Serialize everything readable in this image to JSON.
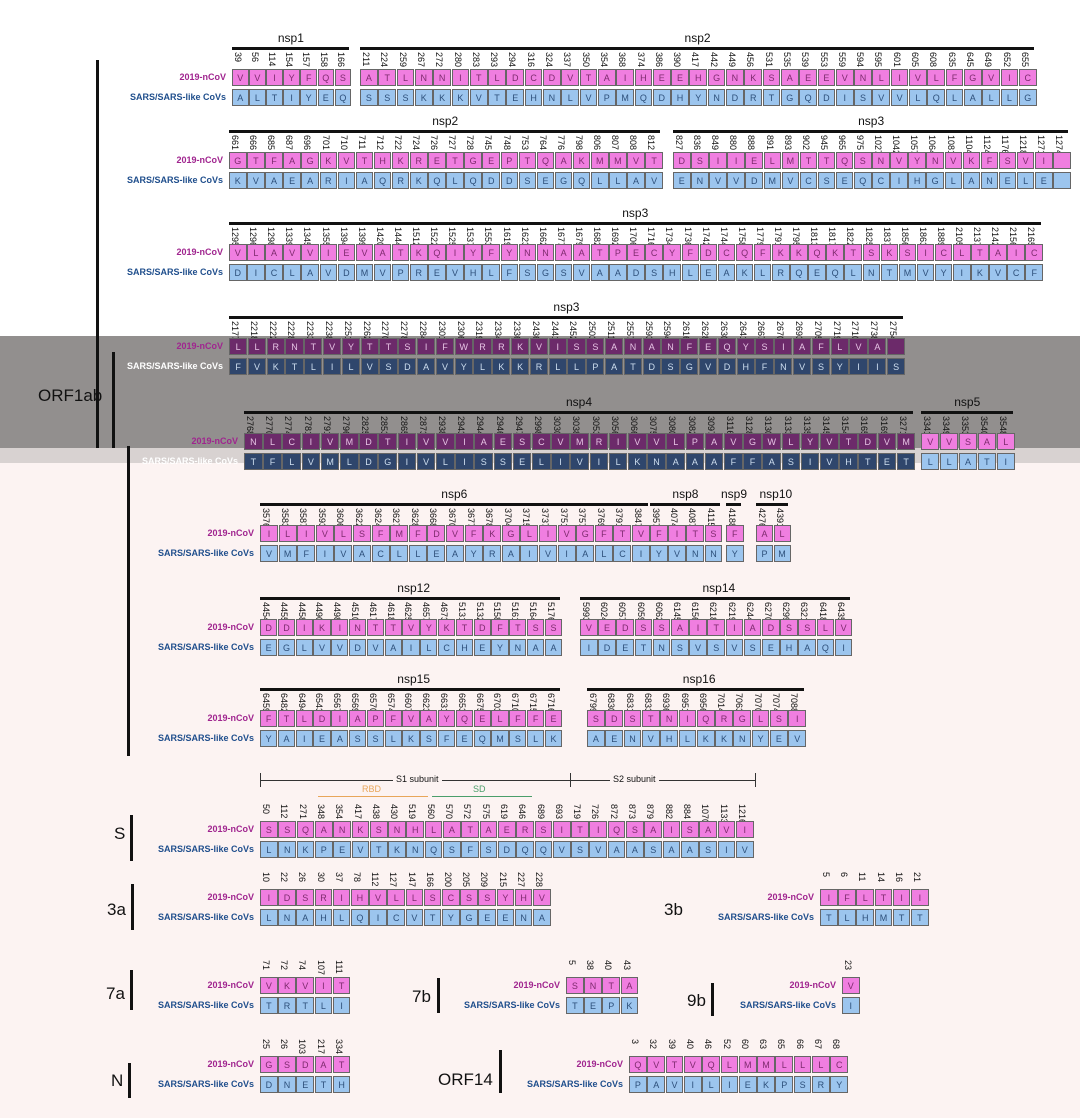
{
  "labels": {
    "ncov": "2019-nCoV",
    "sars": "SARS/SARS-like CoVs"
  },
  "orfs": {
    "orf1ab": "ORF1ab",
    "s": "S",
    "3a": "3a",
    "3b": "3b",
    "7a": "7a",
    "7b": "7b",
    "9b": "9b",
    "n": "N",
    "orf14": "ORF14"
  },
  "subunits": {
    "s1": "S1 subunit",
    "s2": "S2 subunit",
    "rbd": "RBD",
    "sd": "SD"
  },
  "colors": {
    "ncov_fill": "#f07ee0",
    "sars_fill": "#9cc5ee",
    "rbd_line": "#e8a65a",
    "sd_line": "#4a9e6a"
  },
  "segments": [
    {
      "id": "nsp1",
      "label": "nsp1",
      "pos": [
        "39",
        "56",
        "114",
        "154",
        "157",
        "158",
        "166"
      ],
      "ncov": "VVIYFQS",
      "sars": "ALTIYEQ"
    },
    {
      "id": "nsp2a",
      "label": "nsp2",
      "pos": [
        "211",
        "224",
        "259",
        "267",
        "272",
        "280",
        "283",
        "293",
        "294",
        "316",
        "324",
        "337",
        "350",
        "354",
        "368",
        "374",
        "386",
        "390",
        "417",
        "442",
        "449",
        "456",
        "531",
        "535",
        "539",
        "553",
        "559",
        "594",
        "595",
        "601",
        "605",
        "608",
        "635",
        "645",
        "649",
        "652",
        "655"
      ],
      "ncov": "ATLNNITLDCDVTAIHEEHGNKSAEEVNLIVLFGVIC",
      "sars": "SSSKKKVTEHNLVPMQDHYNDRTGQDISVVLQLALLG"
    },
    {
      "id": "nsp2b",
      "label": "nsp2",
      "pos": [
        "661",
        "666",
        "685",
        "687",
        "696",
        "701",
        "710",
        "711",
        "712",
        "722",
        "724",
        "726",
        "727",
        "728",
        "745",
        "748",
        "753",
        "764",
        "776",
        "798",
        "806",
        "807",
        "808",
        "812"
      ],
      "ncov": "GTFAGKVTHKRETGEPTQAKMMVT",
      "sars": "KVAEARIAQRKQLQDDSEGQLLAV"
    },
    {
      "id": "nsp3a",
      "label": "nsp3",
      "pos": [
        "827",
        "836",
        "849",
        "880",
        "888",
        "891",
        "893",
        "902",
        "945",
        "965",
        "975",
        "1027",
        "1042",
        "1057",
        "1064",
        "1081",
        "1104",
        "1124",
        "1176",
        "1218",
        "1271",
        "1274"
      ],
      "ncov": "DSIIELMTTQSNVYNVKFSVI",
      "sars": "ENVVDMVCSEQCIHGLANELE"
    },
    {
      "id": "nsp3b",
      "label": "nsp3",
      "pos": [
        "1295",
        "1296",
        "1298",
        "1339",
        "1345",
        "1355",
        "1394",
        "1399",
        "1420",
        "1444",
        "1512",
        "1522",
        "1525",
        "1537",
        "1553",
        "1619",
        "1623",
        "1662",
        "1677",
        "1679",
        "1682",
        "1692",
        "1706",
        "1716",
        "1734",
        "1736",
        "1742",
        "1744",
        "1758",
        "1779",
        "1791",
        "1795",
        "1813",
        "1817",
        "1822",
        "1825",
        "1837",
        "1856",
        "1863",
        "1889",
        "2105",
        "2137",
        "2142",
        "2156",
        "2165"
      ],
      "ncov": "VLAVVIEVATKQIYFYNNAATPECYFDCQFKKQKTSKSICLTAIC",
      "sars": "DICLAVDMVPREVHLFSGSVAADSHLEAKLRQEQLNTMVYIKVCF"
    },
    {
      "id": "nsp3c",
      "label": "nsp3",
      "pos": [
        "2177",
        "2218",
        "2222",
        "2228",
        "2233",
        "2238",
        "2251",
        "2262",
        "2270",
        "2278",
        "2284",
        "2301",
        "2306",
        "2319",
        "2334",
        "2336",
        "2436",
        "2441",
        "2452",
        "2503",
        "2511",
        "2557",
        "2593",
        "2594",
        "2616",
        "2628",
        "2630",
        "2641",
        "2667",
        "2670",
        "2693",
        "2705",
        "2719",
        "2710",
        "2738",
        "2754"
      ],
      "ncov": "LLRNTVYTTSIFWRRKVISSANANFEQYSIAFLVA",
      "sars": "FVKTLILVSDAVYLKKRLLPATDSGVDHFNVSYIIS"
    },
    {
      "id": "nsp4",
      "label": "nsp4",
      "pos": [
        "2768",
        "2770",
        "2774",
        "2781",
        "2791",
        "2796",
        "2825",
        "2853",
        "2865",
        "2873",
        "2938",
        "2943",
        "2944",
        "2946",
        "2947",
        "2998",
        "3030",
        "3038",
        "3053",
        "3056",
        "3066",
        "3075",
        "3080",
        "3082",
        "3097",
        "3116",
        "3128",
        "3130",
        "3133",
        "3135",
        "3145",
        "3154",
        "3165",
        "3169",
        "3271"
      ],
      "ncov": "NLCIVMDTIVVIAESCVMRIVVLPAVGWLYVTDVM",
      "sars": "TFLVMLDGIVLISSELIVILKNAAAFFASIVHTETL"
    },
    {
      "id": "nsp5",
      "label": "nsp5",
      "pos": [
        "3341",
        "3349",
        "3353",
        "3540",
        "3548"
      ],
      "ncov": "VVSAL",
      "sars": "LLATI"
    },
    {
      "id": "nsp6",
      "label": "nsp6",
      "pos": [
        "3576",
        "3583",
        "3587",
        "3593",
        "3606",
        "3622",
        "3624",
        "3627",
        "3628",
        "3668",
        "3670",
        "3677",
        "3678",
        "3704",
        "3715",
        "3737",
        "3751",
        "3757",
        "3769",
        "3791",
        "3847"
      ],
      "ncov": "ILIVLSFMFDVFKGLIVGFTV",
      "sars": "VMFIVACLLEAYRAIVIALCI"
    },
    {
      "id": "nsp8",
      "label": "nsp8",
      "pos": [
        "3957",
        "4074",
        "4087",
        "4115"
      ],
      "ncov": "FITS",
      "sars": "YVNN"
    },
    {
      "id": "nsp9",
      "label": "nsp9",
      "pos": [
        "4188"
      ],
      "ncov": "F",
      "sars": "Y"
    },
    {
      "id": "nsp10",
      "label": "nsp10",
      "pos": [
        "4276",
        "4391"
      ],
      "ncov": "AL",
      "sars": "PM"
    },
    {
      "id": "nsp12",
      "label": "nsp12",
      "pos": [
        "4454",
        "4455",
        "4458",
        "4490",
        "4498",
        "4510",
        "4617",
        "4618",
        "4625",
        "4657",
        "4673",
        "5131",
        "5132",
        "5158",
        "5161",
        "5164",
        "5176"
      ],
      "ncov": "DDIKINTTVYKTDFTSS",
      "sars": "EGLVVDVAILCHEYNAA"
    },
    {
      "id": "nsp14",
      "label": "nsp14",
      "pos": [
        "5993",
        "6024",
        "6057",
        "6059",
        "6062",
        "6145",
        "6156",
        "6218",
        "6219",
        "6244",
        "6270",
        "6299",
        "6321",
        "6418",
        "6435"
      ],
      "ncov": "VEDSSAITIADSSLV",
      "sars": "IDETNSVSVSEHAQI"
    },
    {
      "id": "nsp15",
      "label": "nsp15",
      "pos": [
        "6459",
        "6482",
        "6494",
        "6543",
        "6567",
        "6569",
        "6570",
        "6574",
        "6607",
        "6623",
        "6631",
        "6653",
        "6675",
        "6703",
        "6710",
        "6715",
        "6716"
      ],
      "ncov": "FTLDIAPFVAYQELFFE",
      "sars": "YAIEASSLKSFEQMSLK"
    },
    {
      "id": "nsp16",
      "label": "nsp16",
      "pos": [
        "6799",
        "6830",
        "6831",
        "6833",
        "6936",
        "6951",
        "6956",
        "7014",
        "7063",
        "7070",
        "7074",
        "7088"
      ],
      "ncov": "SDSTNIQRGLSI",
      "sars": "AENVHLKKNYEV"
    },
    {
      "id": "S",
      "label": "",
      "pos": [
        "50",
        "112",
        "271",
        "348",
        "354",
        "417",
        "438",
        "430",
        "519",
        "560",
        "570",
        "572",
        "575",
        "619",
        "646",
        "689",
        "693",
        "719",
        "726",
        "872",
        "873",
        "879",
        "882",
        "884",
        "1070",
        "1133",
        "1216"
      ],
      "ncov": "SSQANKSNHLATAERSITIQSAISAVI",
      "sars": "LNKPEVTKNQSFSDQQVSVAASAASIV"
    },
    {
      "id": "3a",
      "label": "",
      "pos": [
        "10",
        "22",
        "26",
        "30",
        "37",
        "78",
        "112",
        "127",
        "147",
        "166",
        "200",
        "205",
        "209",
        "215",
        "227",
        "228"
      ],
      "ncov": "IDSRIHVLLSCSSYHV",
      "sars": "LNAHLQICVTYGEENA"
    },
    {
      "id": "3b",
      "label": "",
      "pos": [
        "5",
        "6",
        "11",
        "14",
        "16",
        "21"
      ],
      "ncov": "IFLTII",
      "sars": "TLHMTT"
    },
    {
      "id": "7a",
      "label": "",
      "pos": [
        "71",
        "72",
        "74",
        "107",
        "111"
      ],
      "ncov": "VKVIT",
      "sars": "TRTLI"
    },
    {
      "id": "7b",
      "label": "",
      "pos": [
        "5",
        "38",
        "40",
        "43"
      ],
      "ncov": "SNTA",
      "sars": "TEPK"
    },
    {
      "id": "9b",
      "label": "",
      "pos": [
        "23"
      ],
      "ncov": "V",
      "sars": "I"
    },
    {
      "id": "N",
      "label": "",
      "pos": [
        "25",
        "26",
        "103",
        "217",
        "334"
      ],
      "ncov": "GSDAT",
      "sars": "DNETH"
    },
    {
      "id": "ORF14",
      "label": "",
      "pos": [
        "3",
        "32",
        "39",
        "40",
        "46",
        "52",
        "60",
        "63",
        "65",
        "66",
        "67",
        "68"
      ],
      "ncov": "QVTVQLMMLLLC",
      "sars": "PAVILIEKPSRY"
    }
  ]
}
